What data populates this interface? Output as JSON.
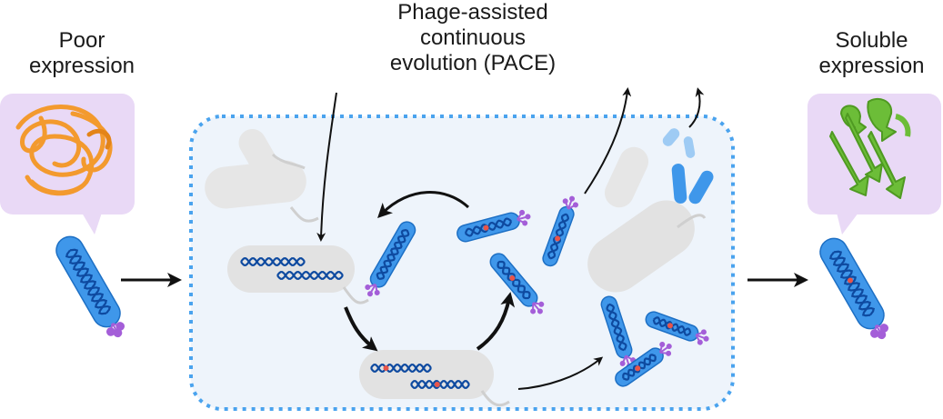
{
  "labels": {
    "poor": [
      "Poor",
      "expression"
    ],
    "pace": [
      "Phage-assisted",
      "continuous",
      "evolution (PACE)"
    ],
    "soluble": [
      "Soluble",
      "expression"
    ]
  },
  "colors": {
    "phage_blue": "#3f97ea",
    "phage_outline": "#1d6fc4",
    "dna_blue": "#0e4aa0",
    "mutation_red": "#e8554a",
    "pIII_purple": "#a45ed8",
    "lagoon_border": "#4aa3ee",
    "lagoon_fill": "#eef4fb",
    "cell_grey": "#e2e2e2",
    "bubble_lavender": "#e9d9f6",
    "unfolded_orange": "#f39a2e",
    "folded_green": "#6cbd38",
    "arrow_black": "#111111"
  },
  "icons": {
    "unfolded_protein": "tangled-coil-icon",
    "folded_protein": "beta-sheet-protein-icon"
  }
}
